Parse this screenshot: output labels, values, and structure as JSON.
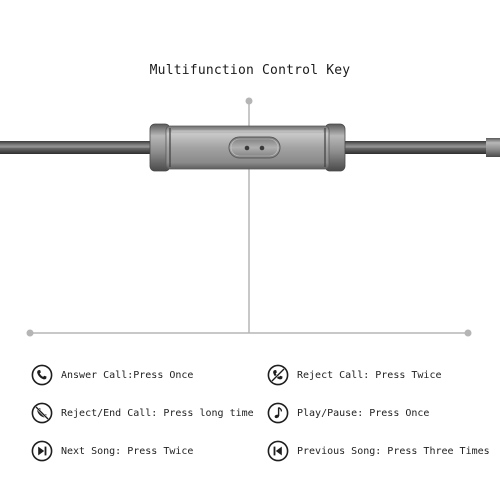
{
  "title": "Multifunction Control Key",
  "colors": {
    "cable": "#5b5b5b",
    "remote_body": "#9a9a9a",
    "leader_line": "#b5b5b5",
    "icon_stroke": "#1e1e1e"
  },
  "functions": [
    {
      "icon": "answer-call-icon",
      "label": "Answer Call:Press Once"
    },
    {
      "icon": "reject-call-icon",
      "label": "Reject Call: Press Twice"
    },
    {
      "icon": "end-call-icon",
      "label": "Reject/End Call: Press long time"
    },
    {
      "icon": "music-note-icon",
      "label": "Play/Pause: Press Once"
    },
    {
      "icon": "next-song-icon",
      "label": "Next Song: Press Twice"
    },
    {
      "icon": "previous-song-icon",
      "label": "Previous Song: Press Three Times"
    }
  ]
}
